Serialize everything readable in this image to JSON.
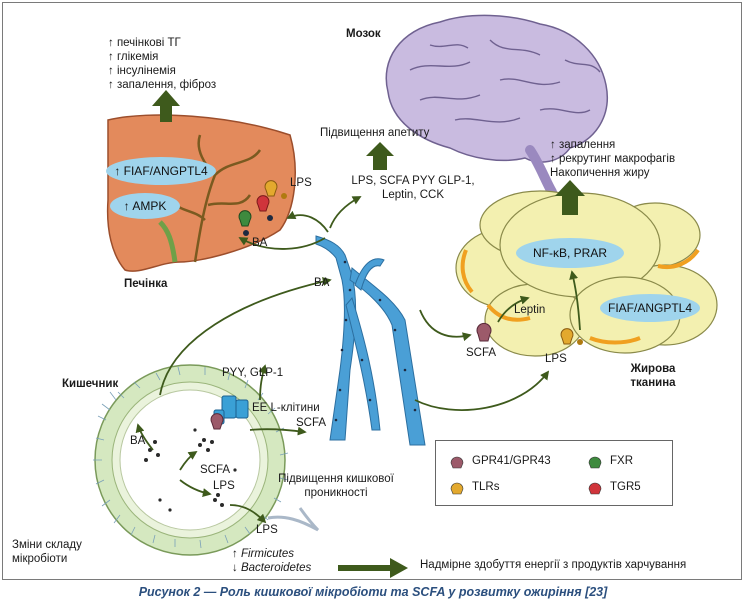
{
  "brain": {
    "title": "Мозок",
    "effect": "Підвищення апетиту"
  },
  "liver": {
    "effects": [
      "↑ печінкові ТГ",
      "↑ глікемія",
      "↑ інсулінемія",
      "↑ запалення, фіброз"
    ],
    "fiaf": "↑ FIAF/ANGPTL4",
    "ampk": "↑ AMPK",
    "lps": "LPS",
    "ba": "BA",
    "title": "Печінка"
  },
  "portal": {
    "signals_line1": "LPS, SCFA PYY GLP-1,",
    "signals_line2": "Leptin, CCK",
    "ba": "BA"
  },
  "adipose": {
    "effects": [
      "↑ запалення",
      "↑ рекрутинг макрофагів",
      "Накопичення жиру"
    ],
    "nfkb": "NF-κB, PRAR",
    "leptin": "Leptin",
    "fiaf": "FIAF/ANGPTL4",
    "scfa": "SCFA",
    "lps": "LPS",
    "title_line1": "Жирова",
    "title_line2": "тканина"
  },
  "gut": {
    "title": "Кишечник",
    "pyy": "PYY, GLP-1",
    "ee_cells": "EE L-клітини",
    "scfa_out": "SCFA",
    "ba": "BA",
    "scfa": "SCFA",
    "lps": "LPS",
    "lps_out": "LPS",
    "permeability_line1": "Підвищення кишкової",
    "permeability_line2": "проникності",
    "microbiota_line1": "Зміни складу",
    "microbiota_line2": "мікробіоти"
  },
  "bottom": {
    "firmicutes": "Firmicutes",
    "bacteroidetes": "Bacteroidetes",
    "energy": "Надмірне здобуття енергії з продуктів харчування"
  },
  "legend": {
    "items": [
      {
        "label": "GPR41/GPR43",
        "color": "#9c5a6a"
      },
      {
        "label": "FXR",
        "color": "#3e8a3e"
      },
      {
        "label": "TLRs",
        "color": "#e3a92e"
      },
      {
        "label": "TGR5",
        "color": "#d0343b"
      }
    ]
  },
  "colors": {
    "arrow": "#3e5a1c",
    "liver": "#e38a5c",
    "brain": "#c9bbe0",
    "fat": "#f3f0b0",
    "pill": "#9fd4ec",
    "vein": "#4a9fd6"
  },
  "caption": "Рисунок 2 — Роль кишкової мікробіоти та SCFA у розвитку ожиріння [23]"
}
